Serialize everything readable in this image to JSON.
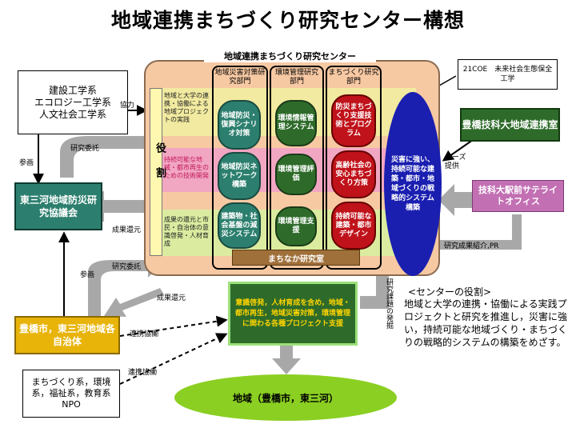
{
  "title": "地域連携まちづくり研究センター構想",
  "center": {
    "header": "地域連携まちづくり研究センター",
    "role_label": "役割",
    "columns": [
      {
        "head": "地域災害対策研究部門",
        "top": "地域防災・復興シナリオ対策",
        "mid": "地域防災ネットワーク構築",
        "bottom": "建築物・社会基盤の減災システム"
      },
      {
        "head": "環境管理研究部門",
        "top": "環境情報管理システム",
        "mid": "環境管理評価",
        "bottom": "環境管理支援"
      },
      {
        "head": "まちづくり研究部門",
        "top": "防災まちづくり支援技術とプログラム",
        "mid": "高齢社会の安心まちづくり方策",
        "bottom": "持続可能な建築・都市デザイン"
      }
    ],
    "rows": [
      "地域と大学の連携・協働による地域プロジェクトの実践",
      "持続可能な地域・都市再生のための技術開発",
      "成果の還元と市民・自治体の意識啓発・人材育成"
    ],
    "base": "まちなか研究室",
    "goal": "災害に強い、持続可能な建築・都市・地域づくりの戦略的システム構築"
  },
  "left_fields": "建設工学系\nエコロジー工学系\n人文社会工学系",
  "council": "東三河地域防災研究協議会",
  "municipalities": "豊橋市，東三河地域各自治体",
  "npo": "まちづくり系，環境系，福祉系，教育系NPO",
  "coe": "21COE　未来社会生態保全工学",
  "tut_office": "豊橋技科大地域連携室",
  "satellite": "技科大駅前サテライトオフィス",
  "projects": "意識啓発，人材育成を含め，地域・都市再生，地域災害対策，環境管理に関わる各種プロジェクト支援",
  "region": "地域（豊橋市，東三河）",
  "role_title": "<センターの役割>",
  "role_body": "地域と大学の連携・協働による実践プロジェクトと研究を推進し，災害に強い，持続可能な地域づくり・まちづくりの戦略的システムの構築をめざす。",
  "labels": {
    "kyoryoku": "協力",
    "kenkyu_itaku_top": "研究委託",
    "sankaku_top": "参画",
    "seika_kangen": "成果還元",
    "kenkyu_itaku_bottom": "研究委託",
    "sankaku_bottom": "参画",
    "seika_kangen_bottom": "成果還元",
    "renkei_kyodo": "連携協働",
    "renkei_kyodo_npo": "連携協働",
    "needs": "ニーズ\n提供",
    "kenkyu_seika": "研究成果紹介,PR",
    "kenkyu_kadai": "研究課題の発掘"
  },
  "colors": {
    "center_bg": "#f7c9a3",
    "pink_row": "#f0a0c8",
    "green_row": "#d7f0a0",
    "yellow_row": "#fff8b0",
    "dark_green": "#2e6b2a",
    "red_pill": "#c0121a",
    "goal_blue": "#1a1fb0",
    "teal": "#2c7f6e",
    "gray_arrow": "#a8a8a8",
    "gold": "#e8b40a",
    "region_green": "#8bcf22",
    "purple": "#c26fb3"
  }
}
